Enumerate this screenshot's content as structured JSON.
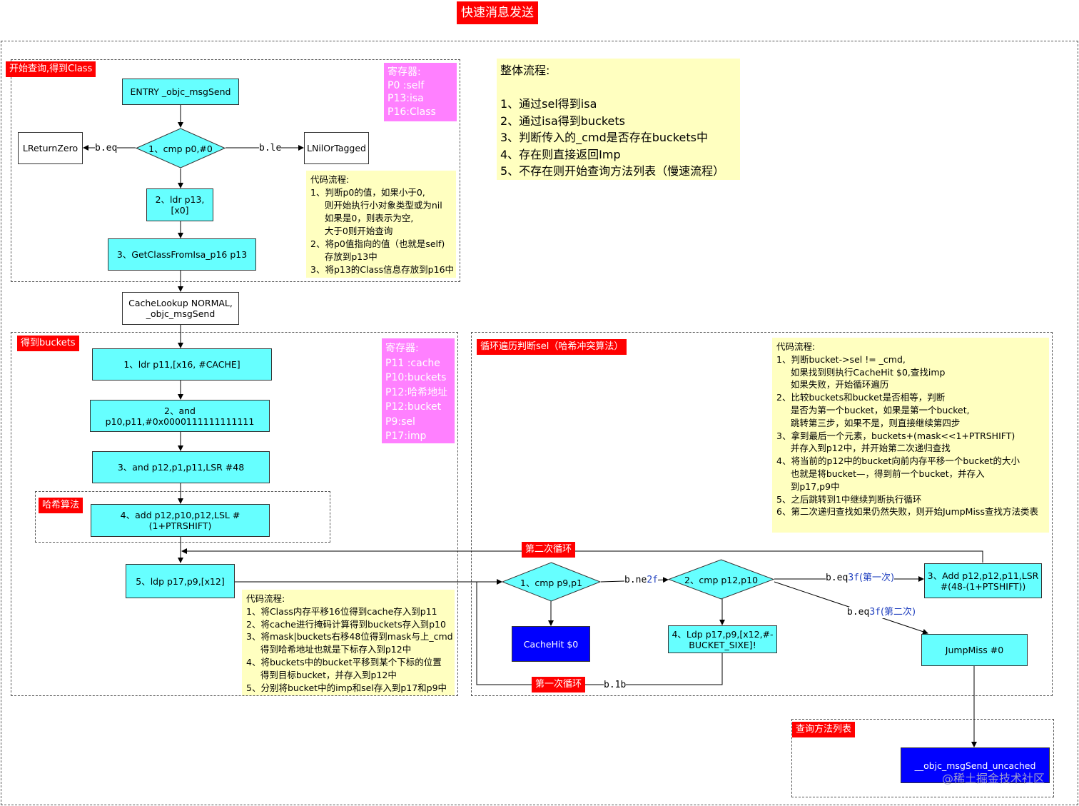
{
  "title": "快速消息发送",
  "sections": {
    "class_lookup": {
      "tag": "开始查询,得到Class"
    },
    "buckets": {
      "tag": "得到buckets"
    },
    "hash": {
      "tag": "哈希算法"
    },
    "loop": {
      "tag": "循环遍历判断sel（哈希冲突算法）"
    },
    "method_list": {
      "tag": "查询方法列表"
    }
  },
  "nodes": {
    "entry": "ENTRY _objc_msgSend",
    "cmp_p0": "1、cmp p0,#0",
    "return_zero": "LReturnZero",
    "nil_tagged": "LNilOrTagged",
    "ldr_p13": "2、ldr p13,[x0]",
    "get_class": "3、GetClassFromIsa_p16 p13",
    "cache_lookup_1": "CacheLookup NORMAL,",
    "cache_lookup_2": "_objc_msgSend",
    "ldr_p11": "1、ldr p11,[x16, #CACHE]",
    "and_p10": "2、and p10,p11,#0x0000111111111111",
    "and_p12": "3、and p12,p1,p11,LSR #48",
    "add_p12": "4、add p12,p10,p12,LSL #(1+PTRSHIFT)",
    "ldp_p17": "5、ldp p17,p9,[x12]",
    "cmp_p9": "1、cmp p9,p1",
    "cmp_p12": "2、cmp p12,p10",
    "add_p12_loop_1": "3、Add p12,p12,p11,LSR",
    "add_p12_loop_2": "#(48-(1+PTSHIFT))",
    "cache_hit": "CacheHit $0",
    "ldp_bucket_1": "4、Ldp p17,p9,[x12,#-",
    "ldp_bucket_2": "BUCKET_SIXE]!",
    "jump_miss": "JumpMiss #0",
    "uncached": "__objc_msgSend_uncached"
  },
  "edges": {
    "beq": "b.eq",
    "ble": "b.le",
    "bne_op": "b.ne",
    "bne_num": "2f",
    "beq_first_op": "b.eq",
    "beq_first_num": "3f",
    "beq_first_cn": "(第一次)",
    "beq_second_op": "b.eq",
    "beq_second_num": "3f",
    "beq_second_cn": "(第二次)",
    "b1b": "b.1b",
    "second_loop": "第二次循环",
    "first_loop": "第一次循环"
  },
  "registers_1": "寄存器:\nP0 :self\nP13:isa\nP16:Class",
  "registers_2": "寄存器:\nP11 :cache\nP10:buckets\nP12:哈希地址\nP12:bucket\nP9:sel\nP17:imp",
  "overall": "整体流程:\n\n1、通过sel得到isa\n2、通过isa得到buckets\n3、判断传入的_cmd是否存在buckets中\n4、存在则直接返回Imp\n5、不存在则开始查询方法列表（慢速流程）",
  "note_class": "代码流程:\n1、判断p0的值，如果小于0,\n     则开始执行小对象类型或为nil\n     如果是0，则表示为空,\n     大于0则开始查询\n2、将p0值指向的值（也就是self)\n     存放到p13中\n3、将p13的Class信息存放到p16中",
  "note_buckets": "代码流程:\n1、将Class内存平移16位得到cache存入到p11\n2、将cache进行掩码计算得到buckets存入到p10\n3、将mask|buckets右移48位得到mask与上_cmd\n     得到哈希地址也就是下标存入到p12中\n4、将buckets中的bucket平移到某个下标的位置\n     得到目标bucket，并存入到p12中\n5、分别将bucket中的imp和sel存入到p17和p9中",
  "note_loop": "代码流程:\n1、判断bucket->sel != _cmd,\n     如果找到则执行CacheHit $0,查找imp\n     如果失败，开始循环遍历\n2、比较buckets和bucket是否相等，判断\n     是否为第一个bucket，如果是第一个bucket,\n     跳转第三步，如果不是，则直接继续第四步\n3、拿到最后一个元素，buckets+(mask<<1+PTRSHIFT)\n     并存入到p12中，并开始第二次递归查找\n4、将当前的p12中的bucket向前内存平移一个bucket的大小\n     也就是将bucket—，得到前一个bucket，并存入\n     到p17,p9中\n5、之后跳转到1中继续判断执行循环\n6、第二次递归查找如果仍然失败，则开始JumpMiss查找方法类表",
  "watermark": "@稀土掘金技术社区"
}
